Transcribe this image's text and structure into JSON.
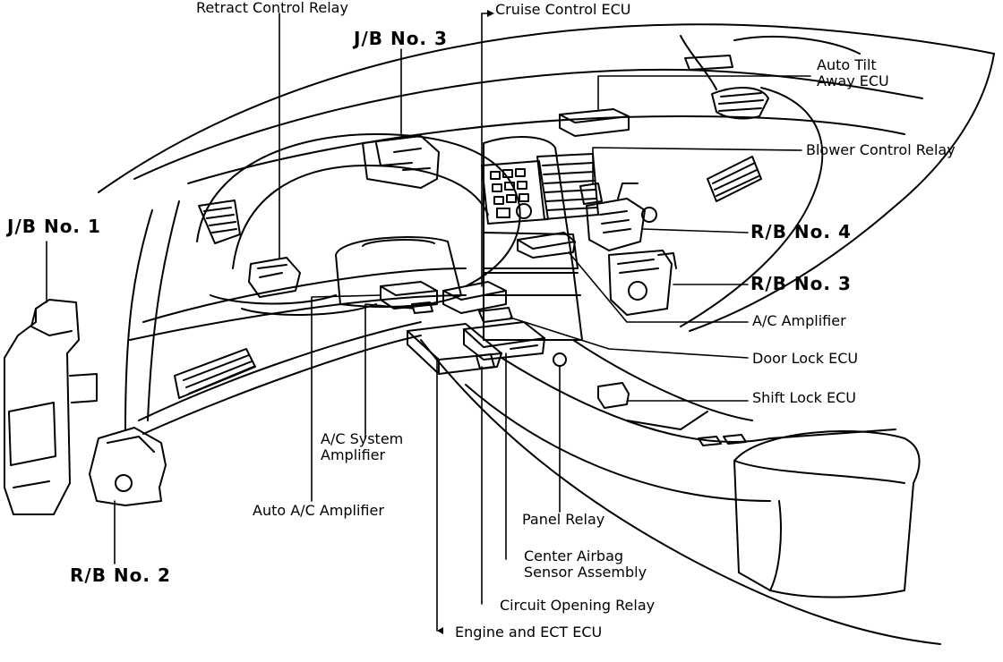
{
  "diagram": {
    "labels": {
      "retract_control_relay": "Retract Control Relay",
      "jb_no3": "J/B No. 3",
      "cruise_control_ecu": "Cruise Control ECU",
      "auto_tilt_away_ecu_1": "Auto Tilt",
      "auto_tilt_away_ecu_2": "Away ECU",
      "blower_control_relay": "Blower Control Relay",
      "jb_no1": "J/B No. 1",
      "rb_no4": "R/B No. 4",
      "rb_no3": "R/B No. 3",
      "ac_amplifier": "A/C Amplifier",
      "door_lock_ecu": "Door Lock ECU",
      "shift_lock_ecu": "Shift Lock ECU",
      "ac_system_amplifier_1": "A/C System",
      "ac_system_amplifier_2": "Amplifier",
      "auto_ac_amplifier": "Auto A/C Amplifier",
      "panel_relay": "Panel Relay",
      "rb_no2": "R/B No. 2",
      "center_airbag_1": "Center Airbag",
      "center_airbag_2": "Sensor Assembly",
      "circuit_opening_relay": "Circuit Opening Relay",
      "engine_ect_ecu": "Engine and ECT ECU"
    },
    "colors": {
      "ink": "#000000",
      "paper": "#ffffff"
    }
  }
}
